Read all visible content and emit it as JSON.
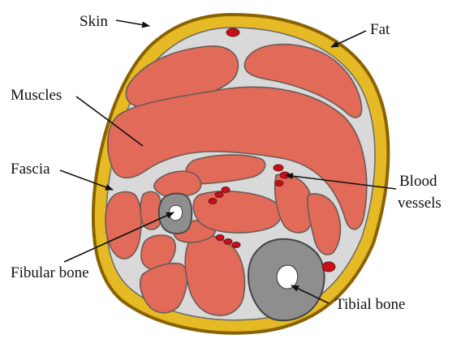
{
  "labels": {
    "skin": "Skin",
    "fat": "Fat",
    "muscles": "Muscles",
    "fascia": "Fascia",
    "blood_vessels_line1": "Blood",
    "blood_vessels_line2": "vessels",
    "fibular_bone": "Fibular bone",
    "tibial_bone": "Tibial bone"
  },
  "colors": {
    "skin_outline": "#8a6200",
    "fat": "#e5ba25",
    "fascia": "#d9d9d9",
    "muscle": "#e26a58",
    "bone": "#8e8e8e",
    "marrow": "#ffffff",
    "vessel": "#c8101b"
  }
}
